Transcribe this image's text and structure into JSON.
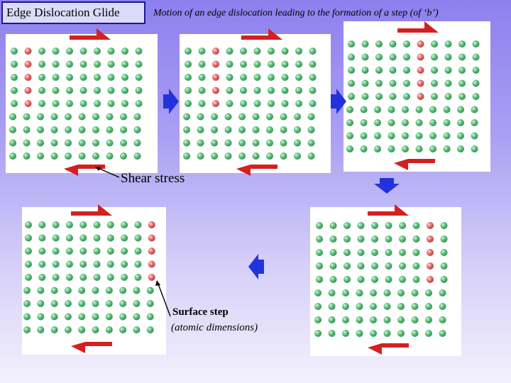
{
  "title": "Edge Dislocation Glide",
  "subtitle": "Motion of an edge dislocation leading to the formation of a step (of ‘b’)",
  "labels": {
    "shear_stress": "Shear stress",
    "surface_step_line1": "Surface step",
    "surface_step_line2": "(atomic dimensions)"
  },
  "colors": {
    "atom_normal": "#5cc07a",
    "atom_dislocation": "#e86b6b",
    "shear_arrow": "#d42020",
    "flow_arrow": "#2233dd",
    "pointer": "#000000"
  },
  "icons": {
    "atom": "sphere",
    "shear_arrow": "red-half-arrow",
    "flow_arrow": "blue-block-arrow"
  }
}
